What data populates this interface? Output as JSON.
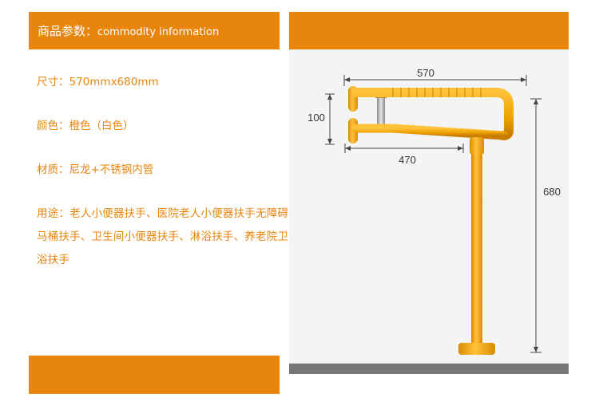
{
  "header": {
    "title_cn": "商品参数：",
    "title_en": "commodity information"
  },
  "specs": {
    "size": "尺寸：570mmx680mm",
    "color": "颜色：橙色（白色）",
    "material": "材质：尼龙+不锈钢内管",
    "usage": "用途：老人小便器扶手、医院老人小便器扶手无障碍马桶扶手、卫生间小便器扶手、淋浴扶手、养老院卫浴扶手"
  },
  "diagram": {
    "width_label": "570",
    "inner_label": "470",
    "gap_label": "100",
    "height_label": "680"
  },
  "colors": {
    "accent": "#e8850c",
    "rail": "#f0a500",
    "panel": "#f4f4f4"
  }
}
